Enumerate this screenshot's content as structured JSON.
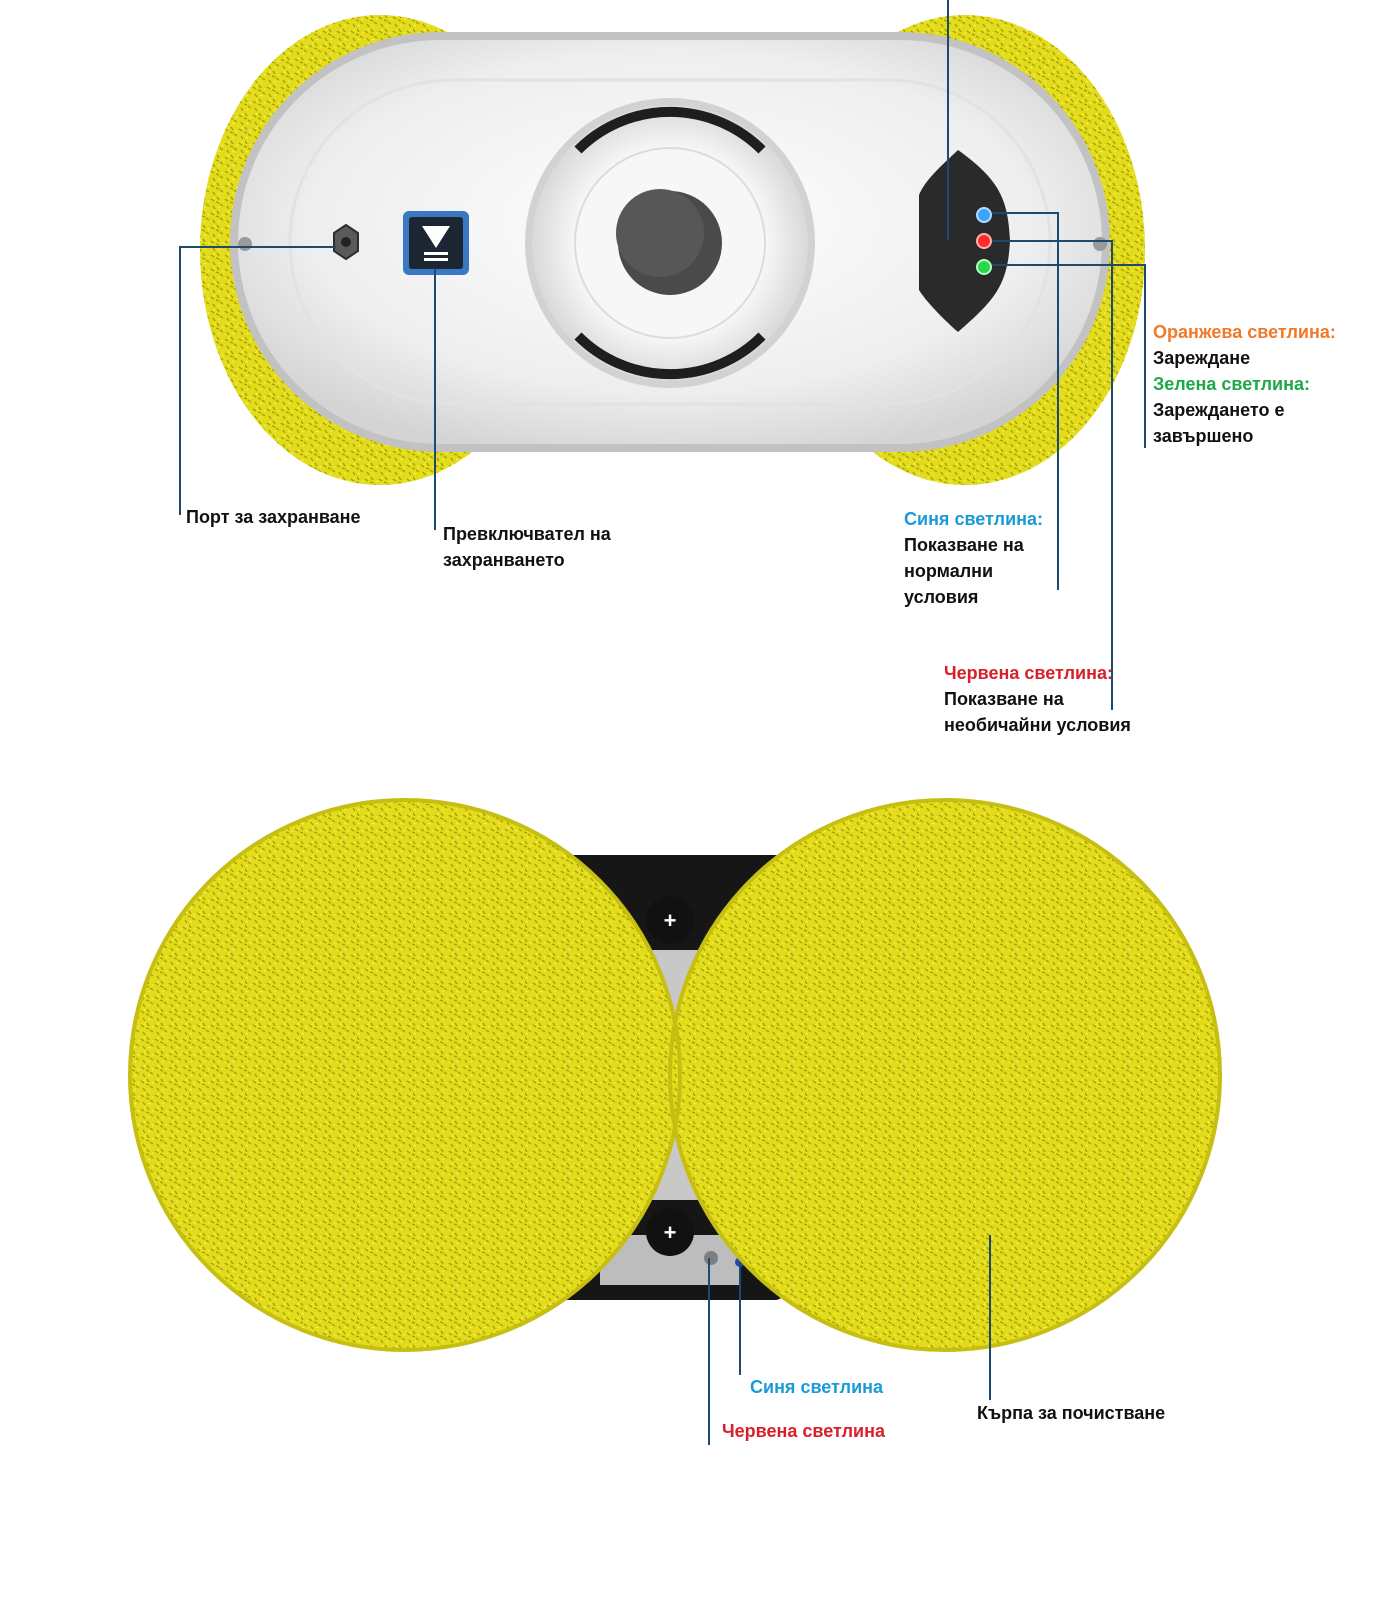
{
  "colors": {
    "pad_yellow": "#e3dc1a",
    "pad_yellow_dark": "#b7b10e",
    "body_white": "#f2f2f2",
    "body_grey": "#b9b9b9",
    "leader_line": "#1d4a6e",
    "orange": "#f07a2a",
    "green": "#1ea84a",
    "blue": "#1a9ad6",
    "red": "#d8202a",
    "led_blue": "#3aa6ff",
    "led_red": "#ff2b2b",
    "led_green": "#2bd64a"
  },
  "icons": {
    "power_switch": "down-triangle-menu-icon",
    "power_port": "dc-port-icon",
    "led_panel": "indicator-led-icon"
  },
  "top_view": {
    "power_port": {
      "label": "Порт за захранване"
    },
    "power_switch": {
      "label_line1": "Превключвател на",
      "label_line2": "захранването"
    },
    "charging": {
      "orange_title": "Оранжева светлина:",
      "orange_desc": "Зареждане",
      "green_title": "Зелена светлина:",
      "green_desc_line1": "Зареждането е",
      "green_desc_line2": "завършено"
    },
    "blue_light": {
      "title": "Синя светлина:",
      "desc_line1": "Показване на",
      "desc_line2": "нормални",
      "desc_line3": "условия"
    },
    "red_light": {
      "title": "Червена светлина:",
      "desc_line1": "Показване на",
      "desc_line2": "необичайни условия"
    }
  },
  "bottom_view": {
    "plus_symbol": "+",
    "blue_light": "Синя светлина",
    "red_light": "Червена светлина",
    "cleaning_cloth": "Кърпа за почистване"
  }
}
